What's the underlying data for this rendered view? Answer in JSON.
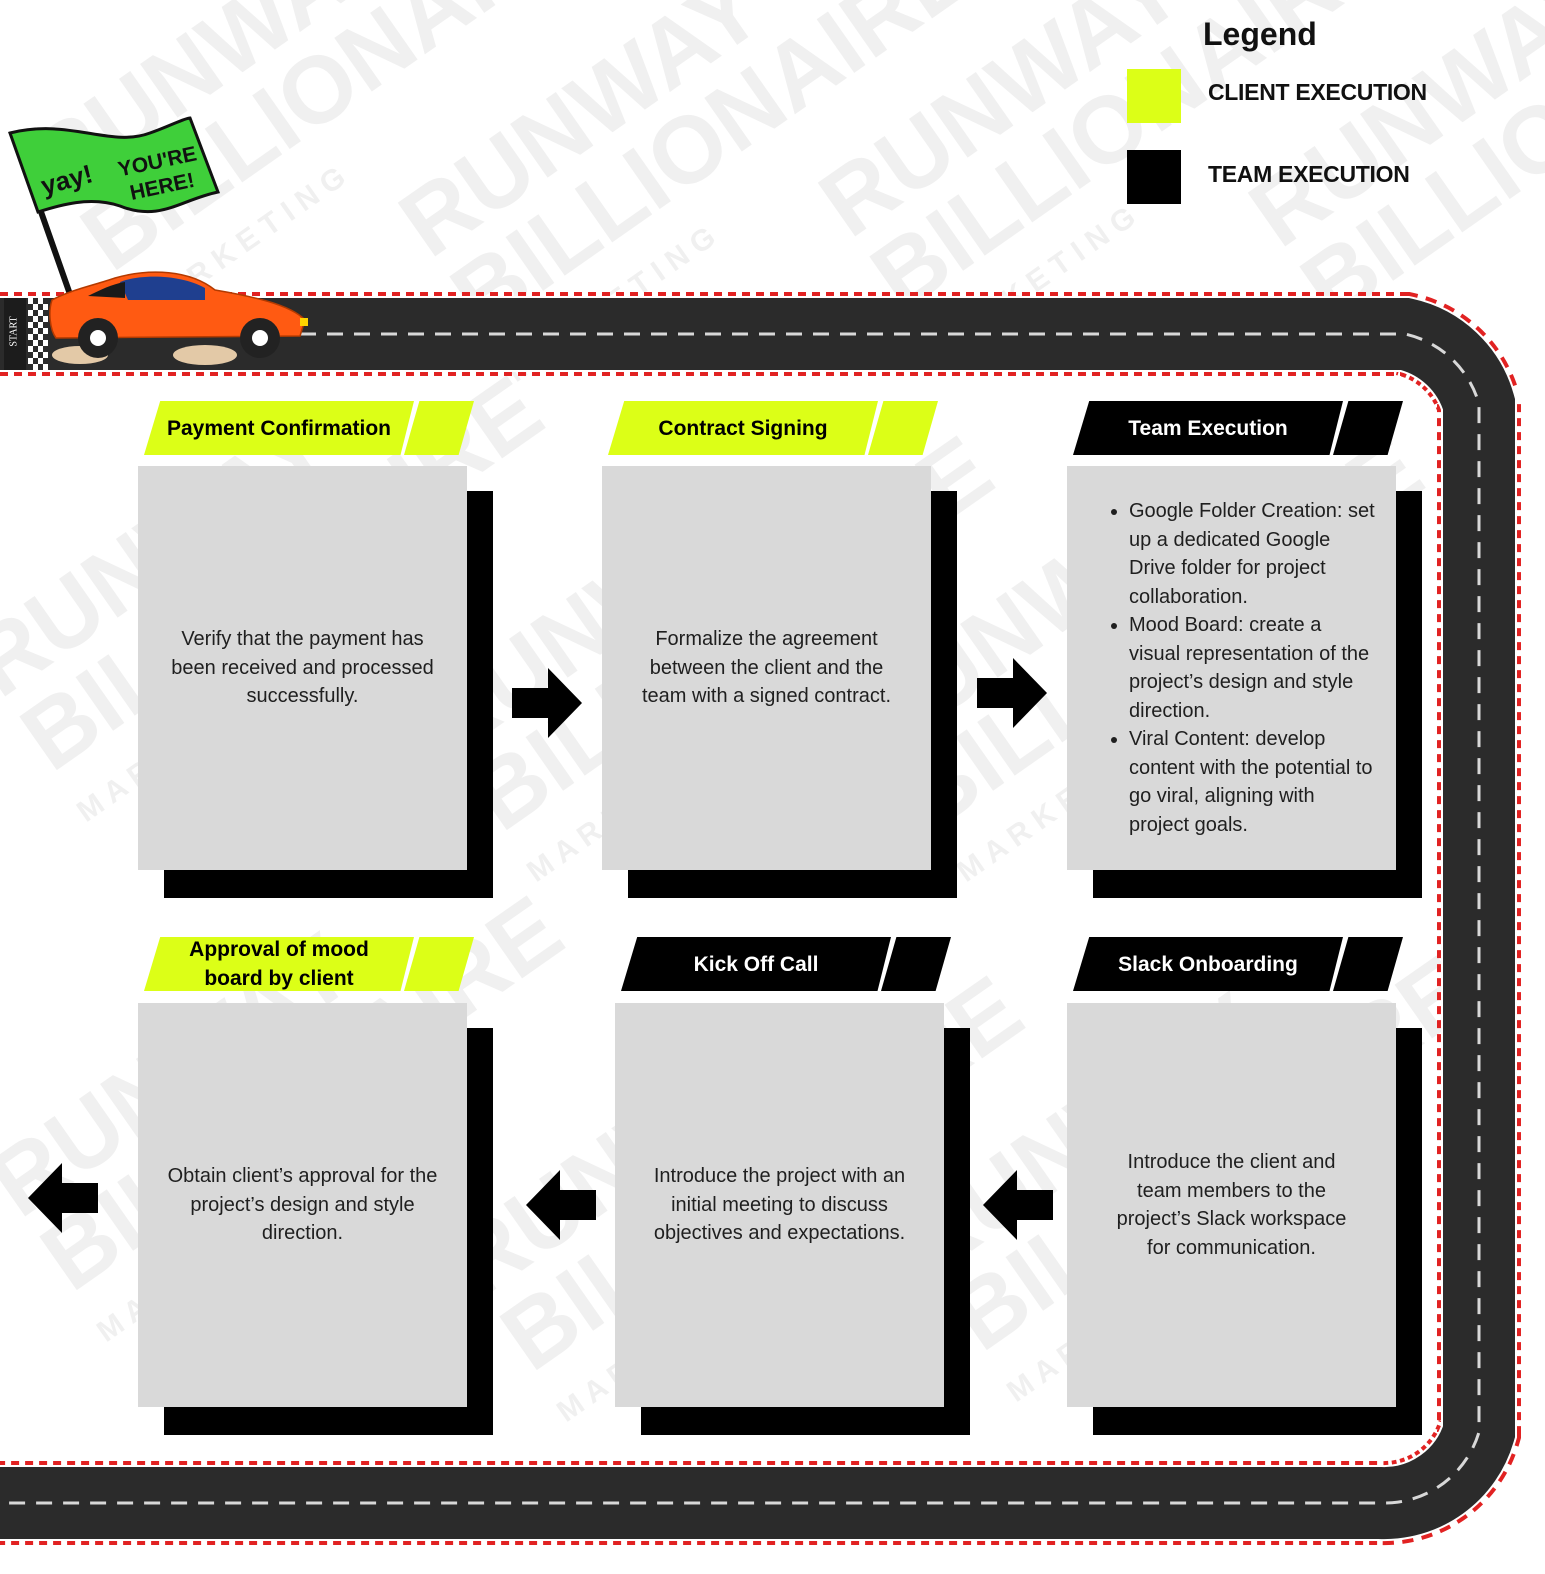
{
  "colors": {
    "client": "#dcff17",
    "team": "#000000",
    "card": "#d9d9d9",
    "road": "#2b2b2b",
    "curb": "#e12222",
    "flag": "#3fcf3a",
    "car": "#ff5a12"
  },
  "watermark": {
    "line1": "RUNWAY",
    "line2": "BILLIONAIRE",
    "line3": "M A R K E T I N G"
  },
  "flag": {
    "text1": "yay!",
    "text2": "YOU'RE",
    "text3": "HERE!"
  },
  "track": {
    "start_label": "START"
  },
  "legend": {
    "title": "Legend",
    "items": [
      {
        "label": "CLIENT EXECUTION",
        "color": "#dcff17"
      },
      {
        "label": "TEAM EXECUTION",
        "color": "#000000"
      }
    ]
  },
  "steps": [
    {
      "title": "Payment Confirmation",
      "type": "client",
      "text": "Verify that the payment has been received and processed successfully."
    },
    {
      "title": "Contract Signing",
      "type": "client",
      "text": "Formalize the agreement between the client and the team with a signed contract."
    },
    {
      "title": "Team Execution",
      "type": "team",
      "bullets": [
        "Google Folder Creation: set up a dedicated Google  Drive folder for project collaboration.",
        "Mood Board: create a visual representation of the project’s design and style direction.",
        "Viral Content: develop content with the potential to go viral, aligning with project goals."
      ]
    },
    {
      "title": "Slack Onboarding",
      "type": "team",
      "text": "Introduce the client and team members to the project’s Slack workspace for communication."
    },
    {
      "title": "Kick Off Call",
      "type": "team",
      "text": "Introduce the project with an initial meeting to discuss objectives and expectations."
    },
    {
      "title": "Approval of mood board by client",
      "type": "client",
      "text": "Obtain client’s approval for the project’s design and style direction."
    }
  ],
  "icons": [
    "arrow-right-icon",
    "arrow-left-icon",
    "car-icon",
    "flag-icon",
    "checkered-start-icon"
  ]
}
